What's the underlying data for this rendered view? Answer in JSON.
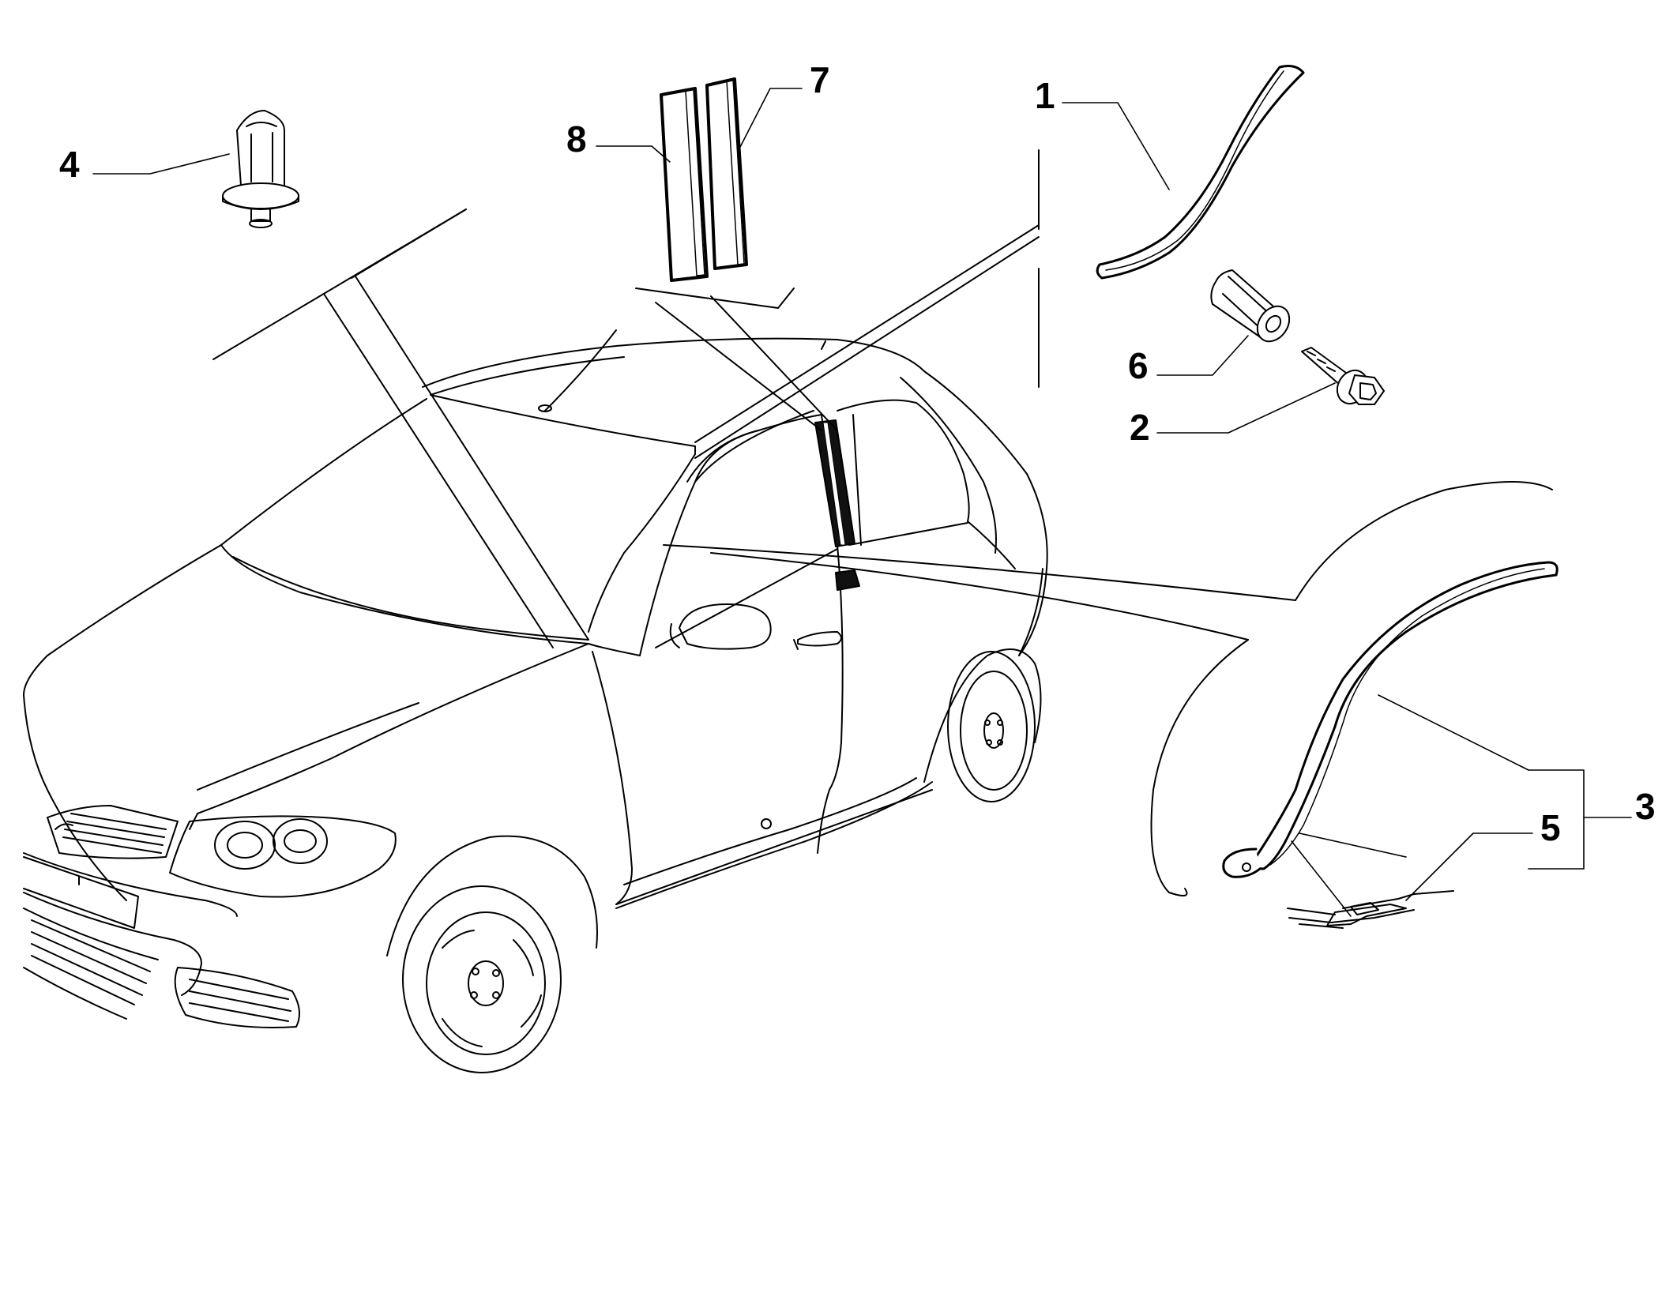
{
  "diagram": {
    "callouts": {
      "c1": "1",
      "c2": "2",
      "c3": "3",
      "c4": "4",
      "c5": "5",
      "c6": "6",
      "c7": "7",
      "c8": "8"
    },
    "parts": [
      {
        "id": "1",
        "name": "a-pillar-trim-strip"
      },
      {
        "id": "2",
        "name": "flange-screw"
      },
      {
        "id": "3",
        "name": "door-frame-seal-assembly"
      },
      {
        "id": "4",
        "name": "push-clip"
      },
      {
        "id": "5",
        "name": "retaining-clip"
      },
      {
        "id": "6",
        "name": "expansion-nut"
      },
      {
        "id": "7",
        "name": "b-pillar-trim-front"
      },
      {
        "id": "8",
        "name": "b-pillar-trim-rear"
      }
    ],
    "colors": {
      "ink": "#000000",
      "paper": "#ffffff",
      "fill_dark": "#111111"
    }
  }
}
